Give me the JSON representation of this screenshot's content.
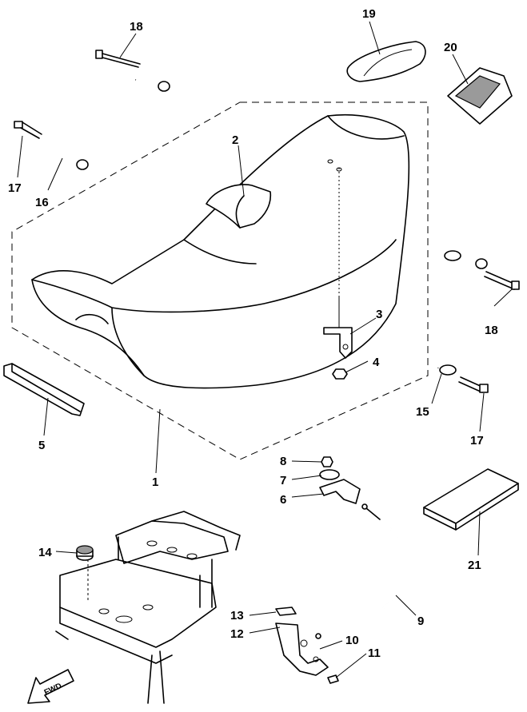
{
  "labels": {
    "l1": "1",
    "l2": "2",
    "l3": "3",
    "l4": "4",
    "l5": "5",
    "l6": "6",
    "l7": "7",
    "l8": "8",
    "l9": "9",
    "l10": "10",
    "l11": "11",
    "l12": "12",
    "l13": "13",
    "l14": "14",
    "l15": "15",
    "l16": "16",
    "l17a": "17",
    "l17b": "17",
    "l18a": "18",
    "l18b": "18",
    "l19": "19",
    "l20": "20",
    "l21": "21"
  },
  "fwd_arrow": {
    "text": "FWD"
  }
}
